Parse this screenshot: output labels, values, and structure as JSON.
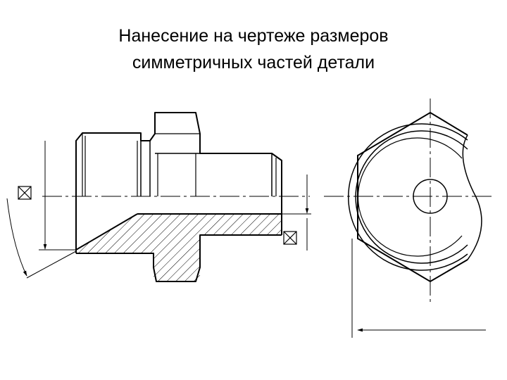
{
  "slide": {
    "title_line1": "Нанесение на чертеже размеров",
    "title_line2": "симметричных частей детали"
  },
  "drawing": {
    "left_view": "fitting-side-view",
    "right_view": "hexagon-end-view",
    "symbols": [
      "symmetry-mark-icon",
      "symmetry-mark-icon"
    ],
    "line_color": "#000000",
    "background": "#ffffff"
  }
}
